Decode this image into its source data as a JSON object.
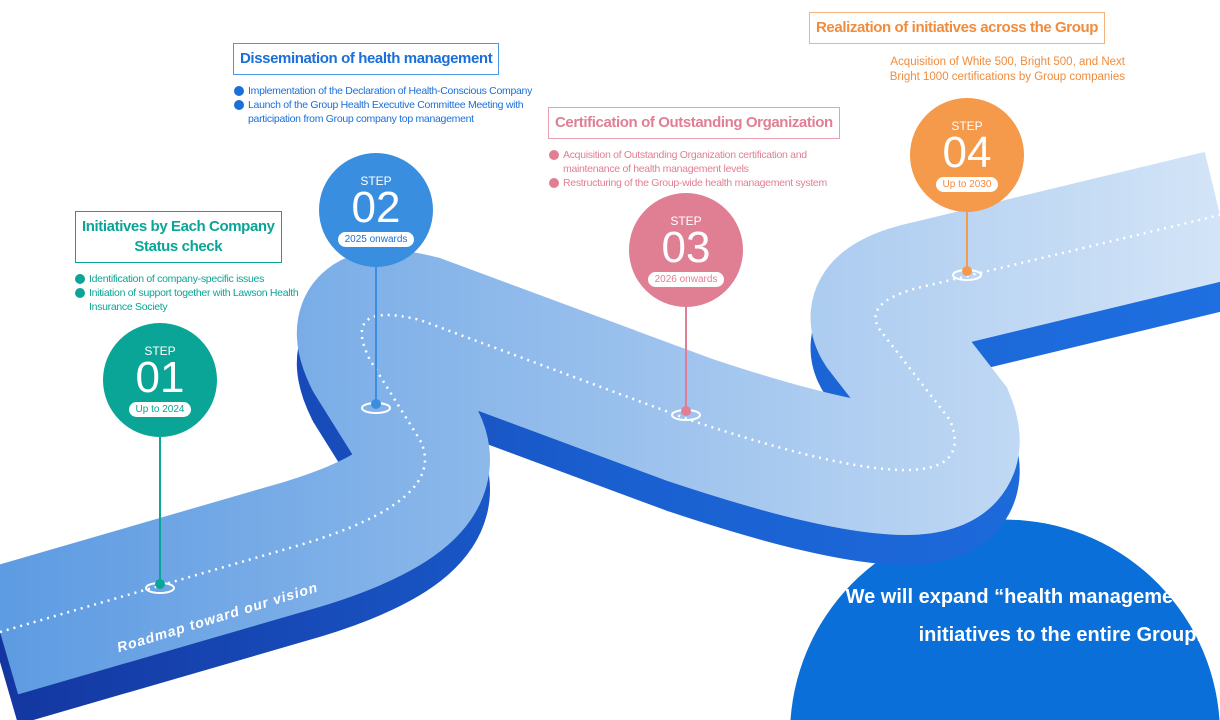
{
  "road_label": "Roadmap toward our vision",
  "message": [
    "We will expand “health management”",
    "initiatives to the entire Group."
  ],
  "colors": {
    "step1": "#0aa596",
    "step2": "#3a8ee0",
    "step3": "#e07f93",
    "step4": "#f5994a",
    "circle": "#0a6fd8"
  },
  "steps": [
    {
      "step": "STEP",
      "num": "01",
      "period": "Up to 2024",
      "title": [
        "Initiatives by Each Company",
        "Status check"
      ],
      "items": [
        "Identification of company-specific issues",
        "Initiation of support together with Lawson Health Insurance Society"
      ]
    },
    {
      "step": "STEP",
      "num": "02",
      "period": "2025 onwards",
      "title": [
        "Dissemination of health management"
      ],
      "items": [
        "Implementation of the Declaration of Health-Conscious Company",
        "Launch of the Group Health Executive Committee Meeting with participation from Group company top management"
      ]
    },
    {
      "step": "STEP",
      "num": "03",
      "period": "2026 onwards",
      "title": [
        "Certification of Outstanding Organization"
      ],
      "items": [
        "Acquisition of Outstanding Organization certification and maintenance of health management levels",
        "Restructuring of the Group-wide health management system"
      ]
    },
    {
      "step": "STEP",
      "num": "04",
      "period": "Up to 2030",
      "title": [
        "Realization of initiatives across the Group"
      ],
      "subtext": [
        "Acquisition of White 500, Bright 500, and Next",
        "Bright 1000 certifications by Group companies"
      ]
    }
  ]
}
